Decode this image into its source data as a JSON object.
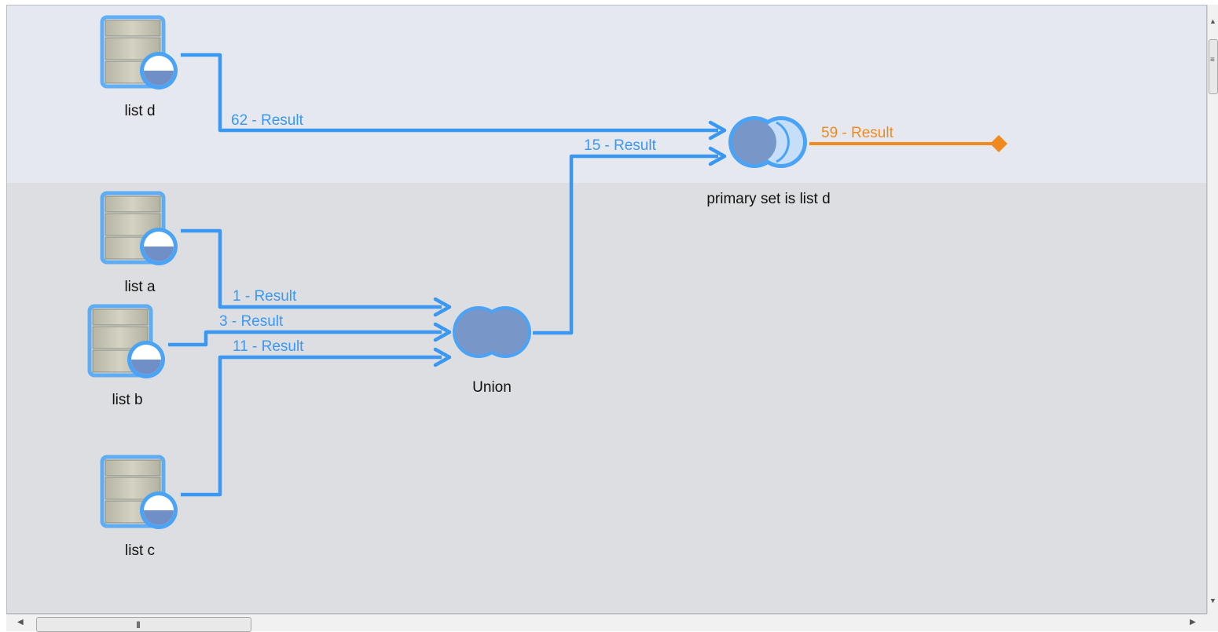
{
  "nodes": {
    "list_d": {
      "label": "list d"
    },
    "list_a": {
      "label": "list a"
    },
    "list_b": {
      "label": "list b"
    },
    "list_c": {
      "label": "list c"
    },
    "union": {
      "label": "Union"
    },
    "difference": {
      "label": "primary set is list d"
    }
  },
  "edges": {
    "d_to_diff": {
      "label": "62 - Result"
    },
    "union_to_diff": {
      "label": "15 - Result"
    },
    "diff_out": {
      "label": "59 - Result"
    },
    "a_to_union": {
      "label": "1 - Result"
    },
    "b_to_union": {
      "label": "3 - Result"
    },
    "c_to_union": {
      "label": "11 - Result"
    }
  },
  "icons": {
    "list_node": "database-list-icon",
    "union_node": "union-venn-icon",
    "difference_node": "difference-venn-icon",
    "output_end": "diamond-endpoint-icon"
  },
  "colors": {
    "edge_blue": "#3a98f2",
    "edge_orange": "#f08a1e",
    "node_fill": "#7896c8",
    "canvas_top": "#e5e8ef",
    "canvas_bottom": "#dcdee2"
  },
  "scrollbars": {
    "horizontal_grip": "III",
    "vertical_grip": "≡"
  }
}
